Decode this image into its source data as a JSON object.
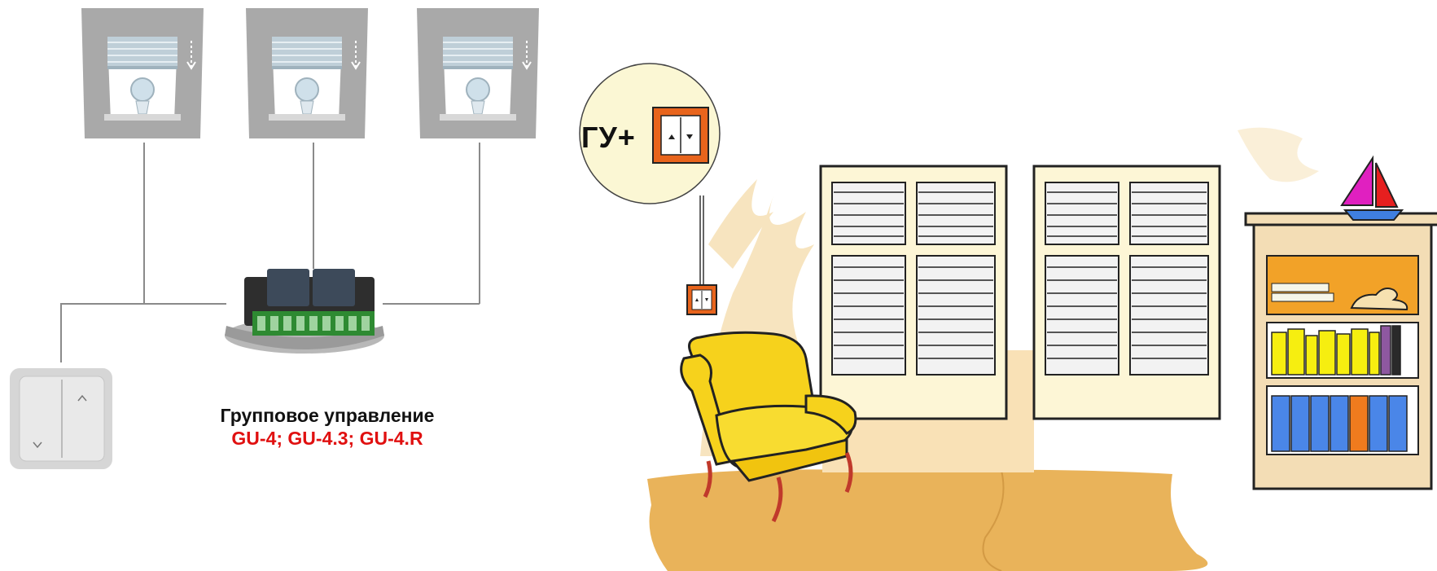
{
  "caption": {
    "line1": "Групповое управление",
    "line2": "GU-4; GU-4.3; GU-4.R"
  },
  "bubble": {
    "label": "ГУ+"
  },
  "colors": {
    "wire": "#8a8a8a",
    "window_frame": "#a9a9a9",
    "caption_models": "#e01010",
    "switch_orange": "#e8641c",
    "bubble_fill": "#fbf7d4",
    "floor": "#e9b35a",
    "chair": "#f6d21c",
    "shutter_panel": "#fdf6d6"
  },
  "icons": [
    "roller-blind-window-icon",
    "wall-switch-icon",
    "relay-module-icon",
    "armchair-icon",
    "bookshelf-icon",
    "sailboat-icon",
    "duck-icon"
  ]
}
